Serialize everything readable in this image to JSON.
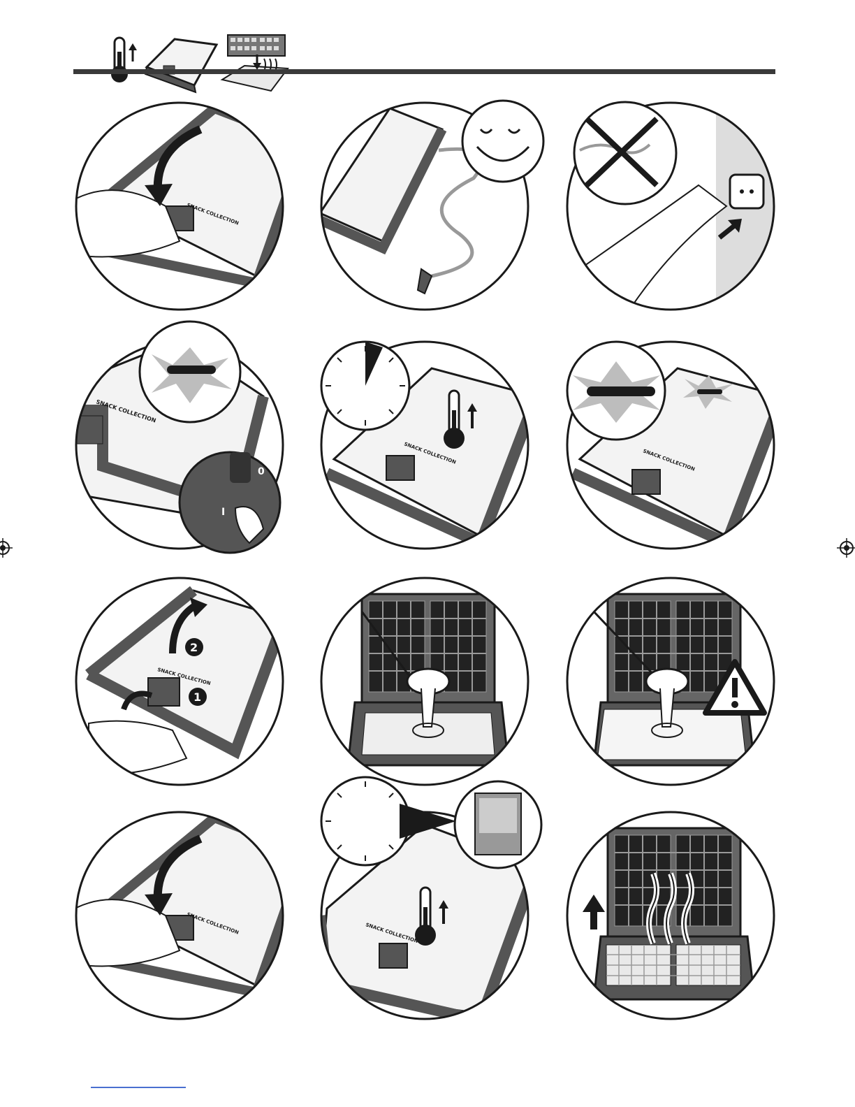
{
  "document": {
    "type": "appliance instruction illustrations (waffle maker)",
    "brand_text": "SNACK COLLECTION",
    "switch_off": "0",
    "switch_on": "I",
    "step_one": "1",
    "step_two": "2"
  },
  "colors": {
    "outline": "#1a1a1a",
    "frame": "#555555",
    "frame_dark": "#3a3a3a",
    "lid": "#f3f3f3",
    "glow": "#bdbdbd",
    "link": "#4a6fd0"
  },
  "icons": [
    "thermometer-up-icon",
    "waffle-maker-icon",
    "waffle-plates-icon",
    "smiley-icon",
    "cross-icon",
    "clock-icon",
    "warning-icon",
    "recipe-book-icon",
    "arrow-icon"
  ]
}
